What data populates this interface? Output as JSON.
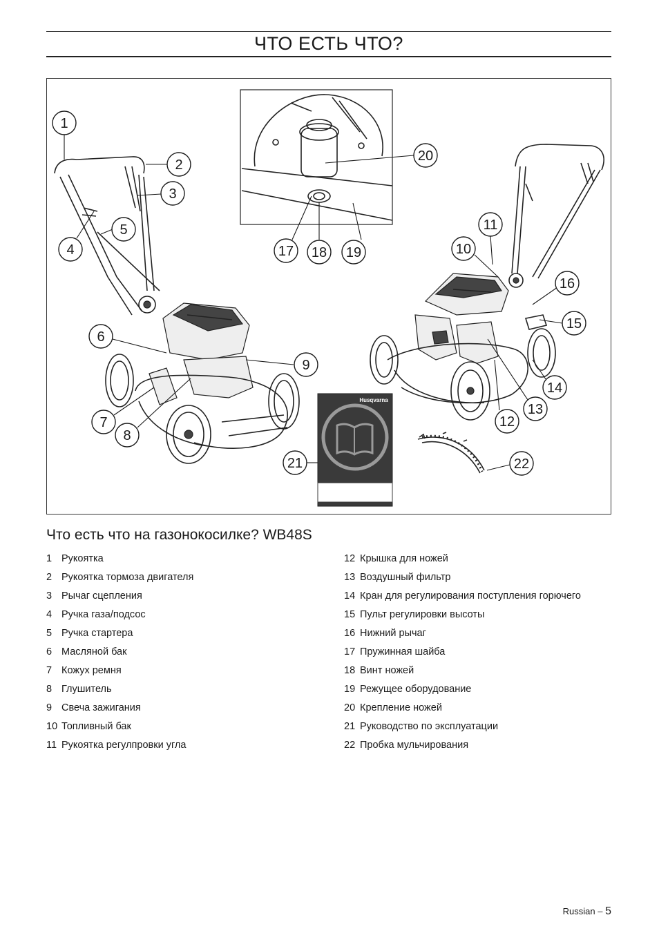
{
  "page": {
    "title": "ЧТО ЕСТЬ ЧТО?",
    "subtitle": "Что есть что на газонокосилке? WB48S",
    "footer_lang": "Russian –",
    "footer_page": "5"
  },
  "figure": {
    "manual_brand": "Husqvarna",
    "callouts": [
      "1",
      "2",
      "3",
      "4",
      "5",
      "6",
      "7",
      "8",
      "9",
      "10",
      "11",
      "12",
      "13",
      "14",
      "15",
      "16",
      "17",
      "18",
      "19",
      "20",
      "21",
      "22"
    ]
  },
  "parts": {
    "left": [
      {
        "num": "1",
        "label": "Рукоятка"
      },
      {
        "num": "2",
        "label": "Рукоятка тормоза двигателя"
      },
      {
        "num": "3",
        "label": "Рычаг сцепления"
      },
      {
        "num": "4",
        "label": "Ручка газа/подсос"
      },
      {
        "num": "5",
        "label": "Ручка стартера"
      },
      {
        "num": "6",
        "label": "Масляной бак"
      },
      {
        "num": "7",
        "label": "Кожух ремня"
      },
      {
        "num": "8",
        "label": "Глушитель"
      },
      {
        "num": "9",
        "label": "Свеча зажигания"
      },
      {
        "num": "10",
        "label": "Топливный бак"
      },
      {
        "num": "11",
        "label": "Рукоятка регулпровки угла"
      }
    ],
    "right": [
      {
        "num": "12",
        "label": "Крышка для ножей"
      },
      {
        "num": "13",
        "label": "Воздушный фильтр"
      },
      {
        "num": "14",
        "label": "Кран для регулирования поступления горючего"
      },
      {
        "num": "15",
        "label": "Пульт регулировки высоты"
      },
      {
        "num": "16",
        "label": "Нижний рычаг"
      },
      {
        "num": "17",
        "label": "Пружинная шайба"
      },
      {
        "num": "18",
        "label": "Винт ножей"
      },
      {
        "num": "19",
        "label": "Режущее оборудование"
      },
      {
        "num": "20",
        "label": "Крепление ножей"
      },
      {
        "num": "21",
        "label": "Руководство по эксплуатации"
      },
      {
        "num": "22",
        "label": "Пробка мульчирования"
      }
    ]
  }
}
